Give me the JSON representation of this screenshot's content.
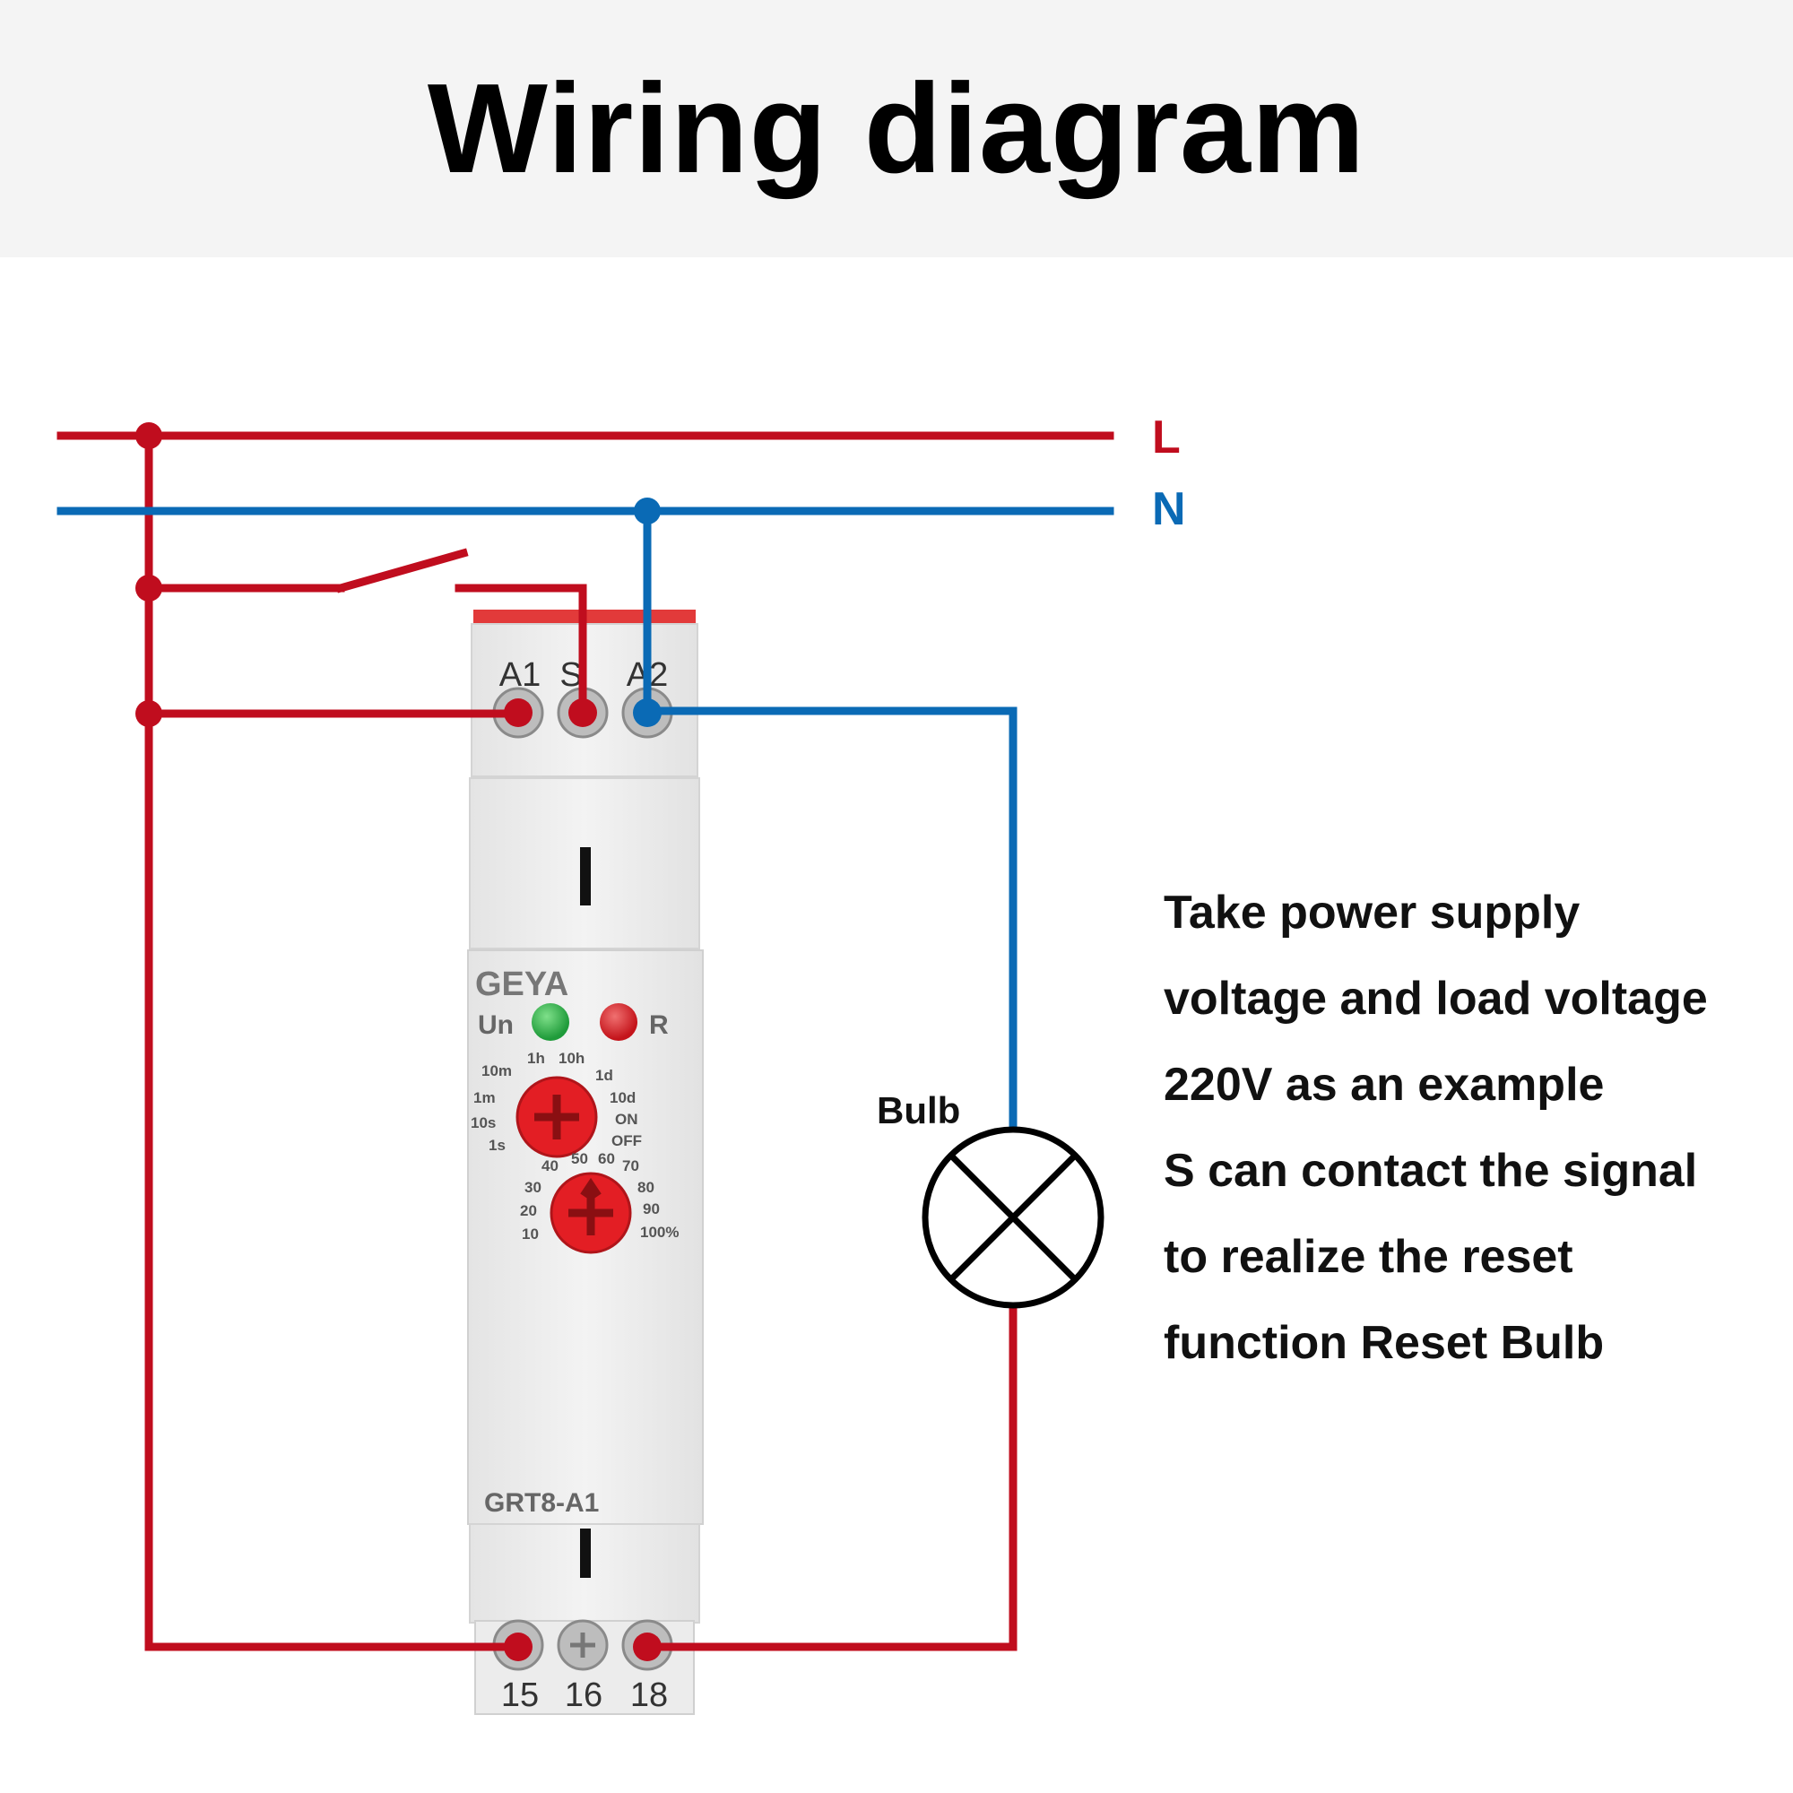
{
  "title": "Wiring diagram",
  "lines": {
    "live": "L",
    "neutral": "N"
  },
  "colors": {
    "live": "#c00d1e",
    "neutral": "#0a6ab5",
    "knob": "#e31e24",
    "led_green": "#1f9b3a",
    "led_red": "#c4141b"
  },
  "device": {
    "brand": "GEYA",
    "model": "GRT8-A1",
    "top_terminals": [
      "A1",
      "S",
      "A2"
    ],
    "bottom_terminals": [
      "15",
      "16",
      "18"
    ],
    "indicators": [
      "Un",
      "R"
    ],
    "range_knob_labels": [
      "10m",
      "1h",
      "10h",
      "1d",
      "10d",
      "ON",
      "OFF",
      "1s",
      "10s",
      "1m"
    ],
    "percent_knob_labels": [
      "40",
      "50",
      "60",
      "70",
      "80",
      "90",
      "100%",
      "10",
      "20",
      "30"
    ]
  },
  "load": {
    "label": "Bulb"
  },
  "description": [
    "Take power supply",
    "voltage and load voltage",
    "220V as an example",
    "S can contact the signal",
    "to realize the reset",
    "function Reset Bulb"
  ]
}
